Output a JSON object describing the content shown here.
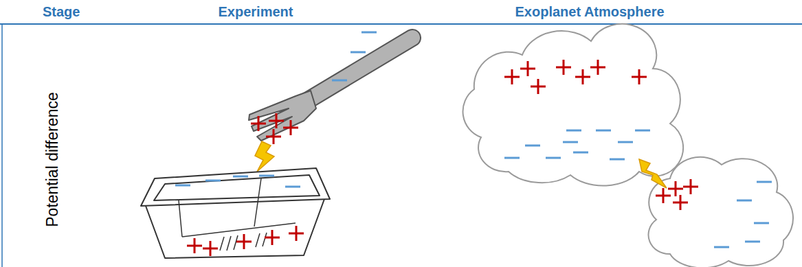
{
  "diagram": {
    "labels": [
      "Stage",
      "Experiment",
      "Exoplanet Atmosphere",
      "Potential difference"
    ]
  }
}
